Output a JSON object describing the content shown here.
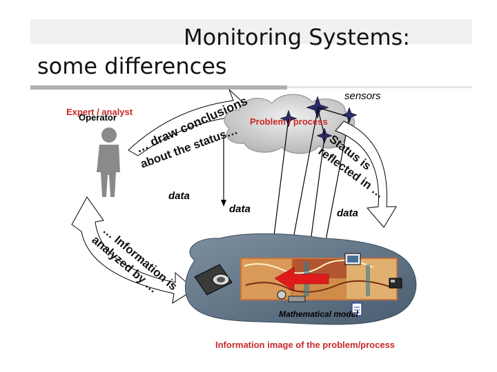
{
  "slide": {
    "title_line1": "Monitoring Systems:",
    "title_line2": "some differences"
  },
  "labels": {
    "sensors": "sensors",
    "expert_analyst": "Expert / analyst",
    "operator": "Operator",
    "problem_process": "Problem / process",
    "data_left": "data",
    "data_center": "data",
    "data_right": "data",
    "mathematical_model": "Mathematical model",
    "information_image": "Information image of the problem/process"
  },
  "curved_text": {
    "draw_line1": "… draw conclusions",
    "draw_line2": "about the status…",
    "status_line1": "Status is",
    "status_line2": "reflected in …",
    "info_line1": "… Information is",
    "info_line2": "analyzed by …"
  },
  "colors": {
    "accent_red": "#c62828",
    "title_bar_dark": "#b0b0b0",
    "cloud_fill": "#cfcfcf",
    "model_fill": "#5a6f82",
    "person_fill": "#8a8a8a"
  },
  "icons": [
    "person-icon",
    "sensor-icon",
    "camera-icon",
    "document-icon",
    "monitor-icon",
    "cloud-icon"
  ]
}
